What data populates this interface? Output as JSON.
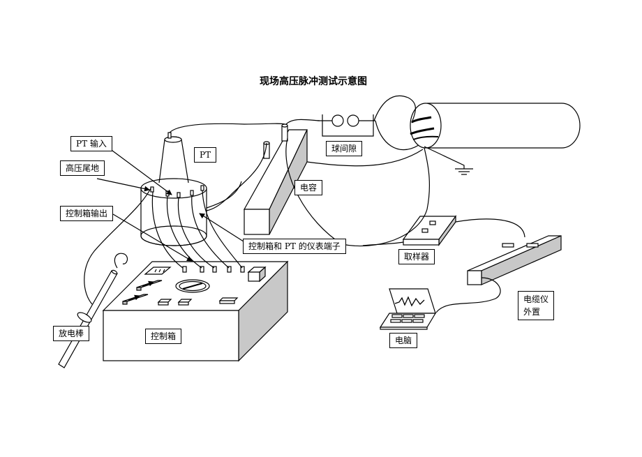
{
  "title": "现场高压脉冲测试示意图",
  "labels": {
    "pt_input": "PT 输入",
    "hv_tail_ground": "高压尾地",
    "pt": "PT",
    "ctrl_output": "控制箱输出",
    "sphere_gap": "球间隙",
    "capacitor": "电容",
    "meter_terminal": "控制箱和 PT 的仪表端子",
    "sampler": "取样器",
    "cable_tester_line1": "电缆仪",
    "cable_tester_line2": "外置",
    "computer": "电脑",
    "discharge_rod": "放电棒",
    "control_box": "控制箱"
  },
  "colors": {
    "line": "#000000",
    "shade": "#c8c8c8",
    "background": "#ffffff"
  }
}
